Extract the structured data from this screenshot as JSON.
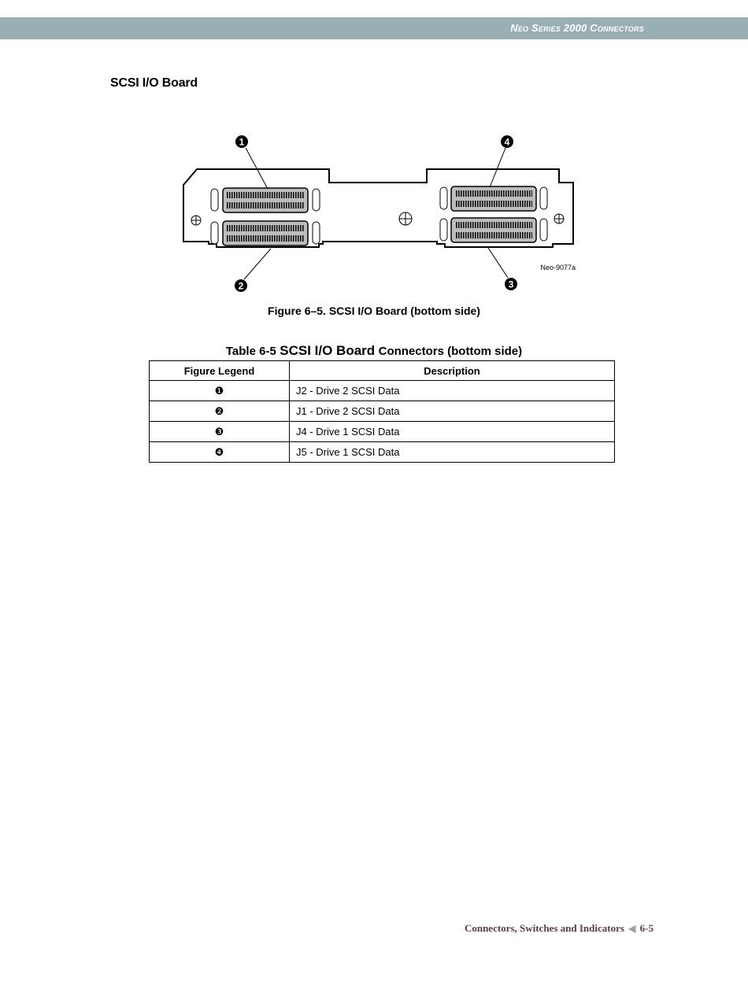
{
  "header": {
    "running_title": "Neo Series 2000 Connectors"
  },
  "section": {
    "heading": "SCSI I/O Board"
  },
  "figure": {
    "callouts": [
      "1",
      "4",
      "2",
      "3"
    ],
    "drawing_id": "Neo-9077a",
    "caption": "Figure 6–5.  SCSI I/O Board (bottom side)"
  },
  "table": {
    "title_number": "Table 6-5",
    "title_main": "SCSI I/O Board",
    "title_rest": "Connectors (bottom side)",
    "headers": [
      "Figure Legend",
      "Description"
    ],
    "rows": [
      {
        "legend": "❶",
        "description": "J2 - Drive 2 SCSI Data"
      },
      {
        "legend": "❷",
        "description": "J1 - Drive 2 SCSI Data"
      },
      {
        "legend": "❸",
        "description": "J4 - Drive 1 SCSI Data"
      },
      {
        "legend": "❹",
        "description": "J5 - Drive 1 SCSI Data"
      }
    ]
  },
  "footer": {
    "chapter": "Connectors, Switches and Indicators",
    "page": "6-5"
  }
}
